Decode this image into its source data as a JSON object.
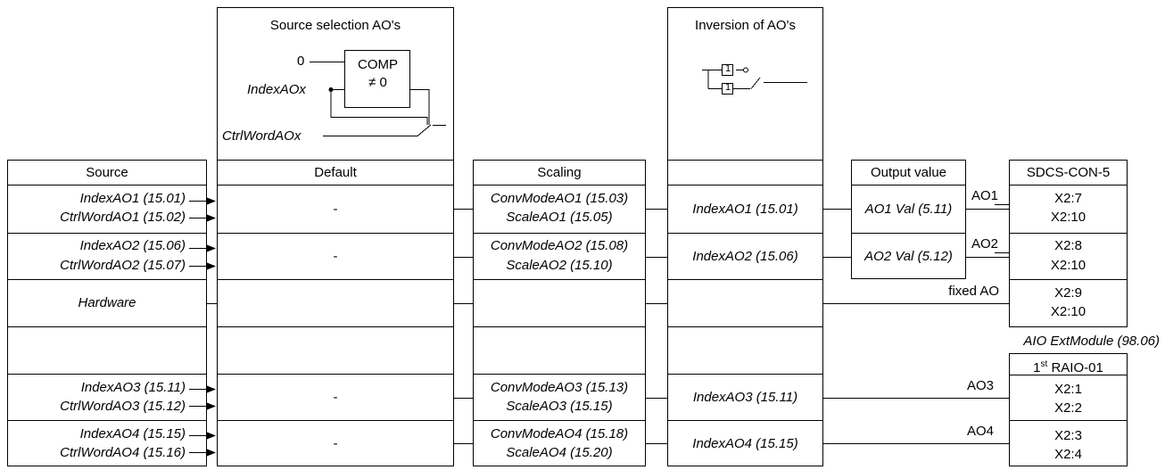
{
  "headers": {
    "source": "Source",
    "default": "Default",
    "scaling": "Scaling",
    "output_value": "Output value",
    "sdcs": "SDCS-CON-5",
    "raio_prefix": "1",
    "raio_sup": "st",
    "raio_suffix": " RAIO-01"
  },
  "source_selection": {
    "title": "Source selection AO's",
    "zero": "0",
    "comp": "COMP",
    "neq": "≠ 0",
    "index": "IndexAOx",
    "ctrl": "CtrlWordAOx"
  },
  "inversion": {
    "title": "Inversion of AO's",
    "one_a": "1",
    "one_b": "1"
  },
  "aio_ext": "AIO ExtModule (98.06)",
  "rows": [
    {
      "src1": "IndexAO1 (15.01)",
      "src2": "CtrlWordAO1 (15.02)",
      "def": "-",
      "sc1": "ConvModeAO1 (15.03)",
      "sc2": "ScaleAO1 (15.05)",
      "inv": "IndexAO1 (15.01)",
      "out": "AO1 Val (5.11)",
      "ao": "AO1",
      "t1": "X2:7",
      "t2": "X2:10"
    },
    {
      "src1": "IndexAO2 (15.06)",
      "src2": "CtrlWordAO2 (15.07)",
      "def": "-",
      "sc1": "ConvModeAO2 (15.08)",
      "sc2": "ScaleAO2 (15.10)",
      "inv": "IndexAO2 (15.06)",
      "out": "AO2 Val (5.12)",
      "ao": "AO2",
      "t1": "X2:8",
      "t2": "X2:10"
    },
    {
      "src1": "Hardware",
      "ao": "fixed AO",
      "t1": "X2:9",
      "t2": "X2:10"
    },
    {
      "src1": "IndexAO3 (15.11)",
      "src2": "CtrlWordAO3 (15.12)",
      "def": "-",
      "sc1": "ConvModeAO3 (15.13)",
      "sc2": "ScaleAO3 (15.15)",
      "inv": "IndexAO3 (15.11)",
      "ao": "AO3",
      "t1": "X2:1",
      "t2": "X2:2"
    },
    {
      "src1": "IndexAO4 (15.15)",
      "src2": "CtrlWordAO4 (15.16)",
      "def": "-",
      "sc1": "ConvModeAO4 (15.18)",
      "sc2": "ScaleAO4 (15.20)",
      "inv": "IndexAO4 (15.15)",
      "ao": "AO4",
      "t1": "X2:3",
      "t2": "X2:4"
    }
  ]
}
